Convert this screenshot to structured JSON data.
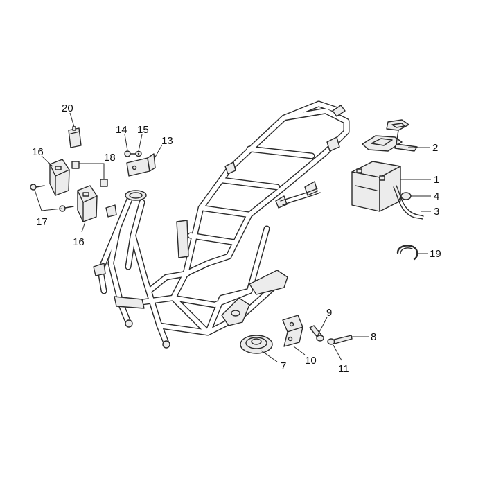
{
  "callouts": {
    "c1": "1",
    "c2": "2",
    "c3": "3",
    "c4": "4",
    "c7": "7",
    "c8": "8",
    "c9": "9",
    "c10": "10",
    "c11": "11",
    "c13": "13",
    "c14": "14",
    "c15": "15",
    "c16a": "16",
    "c16b": "16",
    "c17": "17",
    "c18": "18",
    "c19": "19",
    "c20": "20"
  }
}
